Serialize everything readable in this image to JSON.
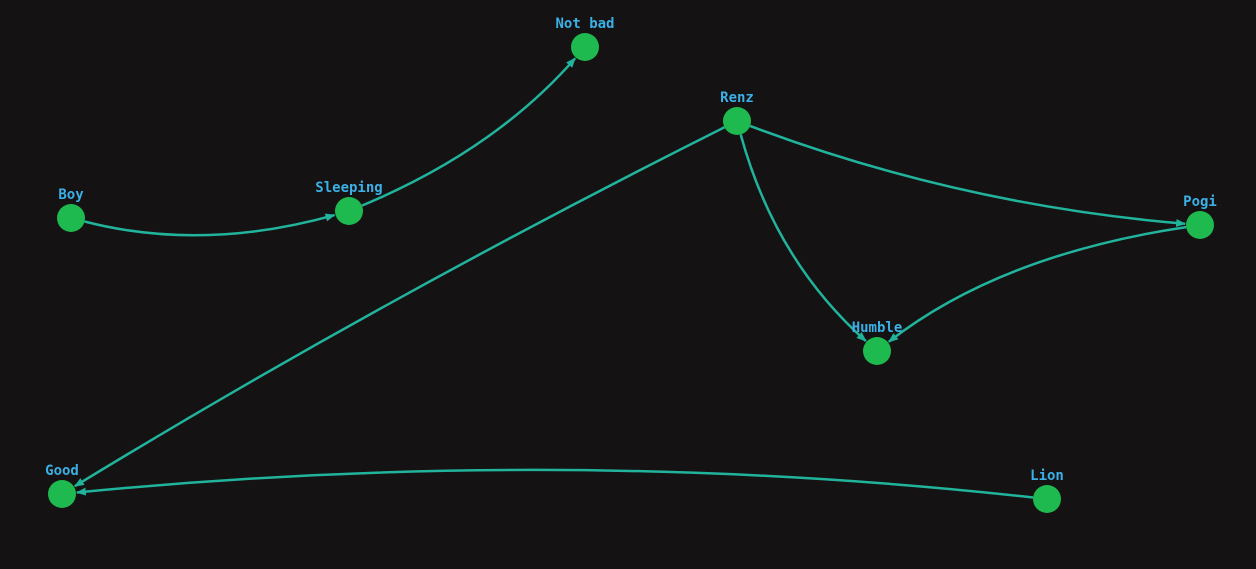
{
  "graph": {
    "colors": {
      "background": "#141212",
      "node": "#1fba4f",
      "edge": "#21b39c",
      "label": "#3bb0e6"
    },
    "nodes": [
      {
        "id": "boy",
        "label": "Boy"
      },
      {
        "id": "sleeping",
        "label": "Sleeping"
      },
      {
        "id": "notbad",
        "label": "Not bad"
      },
      {
        "id": "renz",
        "label": "Renz"
      },
      {
        "id": "pogi",
        "label": "Pogi"
      },
      {
        "id": "humble",
        "label": "Humble"
      },
      {
        "id": "good",
        "label": "Good"
      },
      {
        "id": "lion",
        "label": "Lion"
      }
    ],
    "edges": [
      {
        "from": "boy",
        "to": "sleeping",
        "directed": true
      },
      {
        "from": "sleeping",
        "to": "notbad",
        "directed": true
      },
      {
        "from": "renz",
        "to": "good",
        "directed": true
      },
      {
        "from": "renz",
        "to": "humble",
        "directed": true
      },
      {
        "from": "renz",
        "to": "pogi",
        "directed": true
      },
      {
        "from": "pogi",
        "to": "humble",
        "directed": true
      },
      {
        "from": "lion",
        "to": "good",
        "directed": true
      }
    ]
  }
}
